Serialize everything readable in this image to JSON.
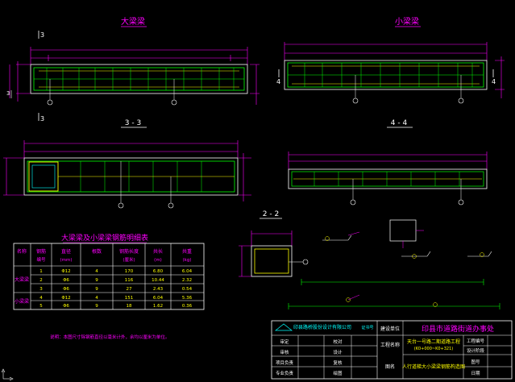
{
  "views": {
    "big_beam_title": "大梁梁",
    "small_beam_title": "小梁梁",
    "section_3_3": "3 - 3",
    "section_4_4": "4 - 4",
    "section_2_2": "2 - 2",
    "cut_mark_3": "3",
    "cut_mark_4": "4"
  },
  "table": {
    "title": "大梁梁及小梁梁钢筋明细表",
    "headers": [
      [
        "名称",
        ""
      ],
      [
        "钢筋",
        "编号"
      ],
      [
        "直径",
        "(mm)"
      ],
      [
        "根数",
        ""
      ],
      [
        "钢筋长度",
        "(厘米)"
      ],
      [
        "共长",
        "(m)"
      ],
      [
        "共重",
        "(kg)"
      ]
    ],
    "groups": [
      {
        "name": "大梁梁",
        "rows": [
          [
            "1",
            "Φ12",
            "4",
            "170",
            "6.80",
            "6.04"
          ],
          [
            "2",
            "Φ6",
            "9",
            "116",
            "10.44",
            "2.32"
          ],
          [
            "3",
            "Φ6",
            "9",
            "27",
            "2.43",
            "0.54"
          ]
        ]
      },
      {
        "name": "小梁梁",
        "rows": [
          [
            "4",
            "Φ12",
            "4",
            "151",
            "6.04",
            "5.36"
          ],
          [
            "5",
            "Φ6",
            "9",
            "18",
            "1.62",
            "0.36"
          ]
        ]
      }
    ]
  },
  "note": "说明：本图尺寸除钢筋直径以毫米计外，余均以厘米为单位。",
  "title_block": {
    "company": "印县路桥股份设计有限公司",
    "cert": "证书号",
    "client_label": "建设单位",
    "client": "印县市道路街道办事处",
    "project_label": "工程名称",
    "project": "天台一号路二期道路工程",
    "project_sub": "(K0+000~K0+321)",
    "drawing_label": "图名",
    "drawing": "人行道梯大小梁梁钢筋构造图",
    "roles": [
      "审定",
      "审核",
      "项目负责",
      "专业负责"
    ],
    "roles_right": [
      "校对",
      "设计",
      "复核",
      "绘图"
    ],
    "right_labels": [
      "工程编号",
      "设计阶段",
      "图号",
      "日期"
    ]
  }
}
